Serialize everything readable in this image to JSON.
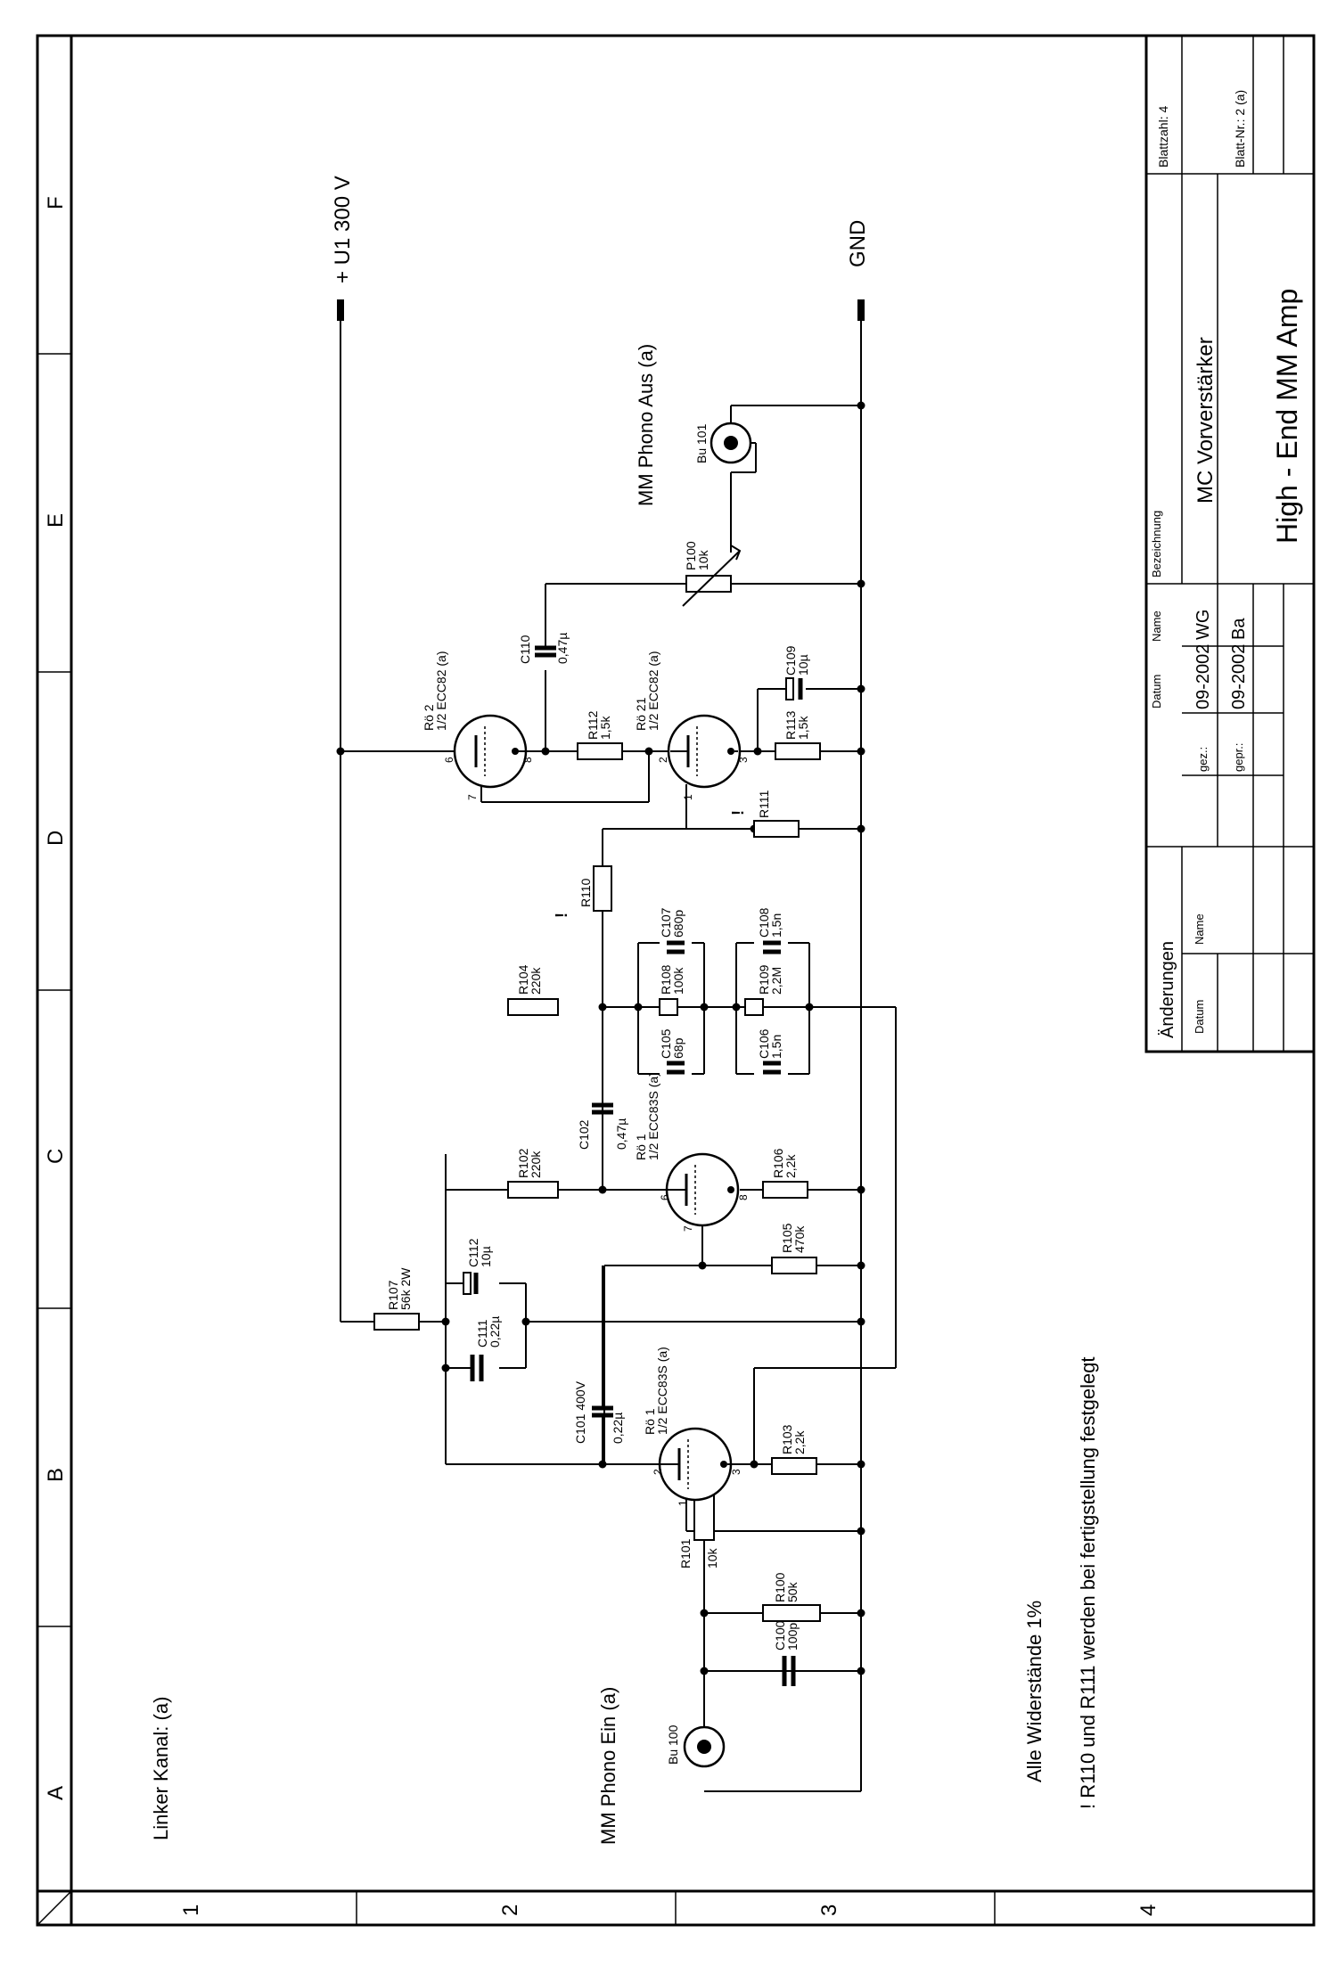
{
  "sheet": {
    "columns": [
      "A",
      "B",
      "C",
      "D",
      "E",
      "F"
    ],
    "rows": [
      "1",
      "2",
      "3",
      "4"
    ]
  },
  "notes": {
    "channel": "Linker Kanal: (a)",
    "resistors": "Alle Widerstände 1%",
    "warning": "! R110 und R111 werden bei fertigstellung festgelegt",
    "bang": "!"
  },
  "nets": {
    "supply": "+ U1   300 V",
    "ground": "GND",
    "input_label": "MM Phono Ein   (a)",
    "output_label": "MM Phono Aus  (a)"
  },
  "components": {
    "bu100": "Bu 100",
    "bu101": "Bu 101",
    "r100": [
      "R100",
      "50k"
    ],
    "c100": [
      "C100",
      "100p"
    ],
    "r101": [
      "R101",
      "10k"
    ],
    "r102": [
      "R102",
      "220k"
    ],
    "r103": [
      "R103",
      "2,2k"
    ],
    "c101": [
      "C101  400V",
      "0,22µ"
    ],
    "tube1": [
      "Rö 1",
      "1/2 ECC83S (a)"
    ],
    "c111": [
      "C111",
      "0,22µ"
    ],
    "r107": [
      "R107",
      "56k  2W"
    ],
    "c112": [
      "C112",
      "10µ"
    ],
    "r104": [
      "R104",
      "220k"
    ],
    "r105": [
      "R105",
      "470k"
    ],
    "tube2": [
      "Rö 1",
      "1/2 ECC83S (a)"
    ],
    "r106": [
      "R106",
      "2,2k"
    ],
    "c102": [
      "C102",
      "0,47µ"
    ],
    "c105": [
      "C105",
      "68p"
    ],
    "r108": [
      "R108",
      "100k"
    ],
    "c107": [
      "C107",
      "680p"
    ],
    "c106": [
      "C106",
      "1,5n"
    ],
    "r109": [
      "R109",
      "2,2M"
    ],
    "c108": [
      "C108",
      "1,5n"
    ],
    "r110": "R110",
    "r111": "R111",
    "tube3": [
      "Rö 2",
      "1/2 ECC82 (a)"
    ],
    "tube4": [
      "Rö 21",
      "1/2 ECC82 (a)"
    ],
    "r112": [
      "R112",
      "1,5k"
    ],
    "r113": [
      "R113",
      "1,5k"
    ],
    "c109": [
      "C109",
      "10µ"
    ],
    "c110": [
      "C110",
      "0,47µ"
    ],
    "p100": [
      "P100",
      "10k"
    ]
  },
  "pins": [
    "2",
    "1",
    "3",
    "6",
    "7",
    "8"
  ],
  "title_block": {
    "changes_header": "Änderungen",
    "col_date": "Datum",
    "col_name": "Name",
    "drawn_label": "gez.:",
    "drawn_date": "09-2002",
    "drawn_name": "WG",
    "checked_label": "gepr.:",
    "checked_date": "09-2002",
    "checked_name": "Ba",
    "designation_label": "Bezeichnung",
    "designation": "MC Vorverstärker",
    "title": "High - End  MM Amp",
    "sheet_count": "Blattzahl:  4",
    "sheet_no": "Blatt-Nr.: 2 (a)"
  }
}
